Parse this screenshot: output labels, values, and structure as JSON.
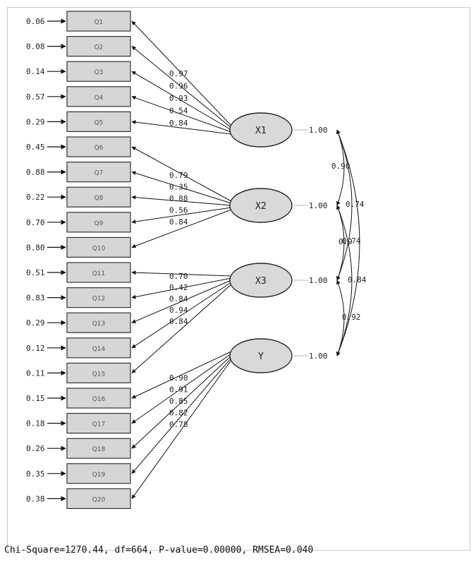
{
  "observed": [
    {
      "label": "Q1",
      "error": "0.06"
    },
    {
      "label": "Q2",
      "error": "0.08"
    },
    {
      "label": "Q3",
      "error": "0.14"
    },
    {
      "label": "Q4",
      "error": "0.57"
    },
    {
      "label": "Q5",
      "error": "0.29"
    },
    {
      "label": "Q6",
      "error": "0.45"
    },
    {
      "label": "Q7",
      "error": "0.88"
    },
    {
      "label": "Q8",
      "error": "0.22"
    },
    {
      "label": "Q9",
      "error": "0.70"
    },
    {
      "label": "Q10",
      "error": "0.80"
    },
    {
      "label": "Q11",
      "error": "0.51"
    },
    {
      "label": "Q12",
      "error": "0.83"
    },
    {
      "label": "Q13",
      "error": "0.29"
    },
    {
      "label": "Q14",
      "error": "0.12"
    },
    {
      "label": "Q15",
      "error": "0.11"
    },
    {
      "label": "Q16",
      "error": "0.15"
    },
    {
      "label": "Q17",
      "error": "0.18"
    },
    {
      "label": "Q18",
      "error": "0.26"
    },
    {
      "label": "Q19",
      "error": "0.35"
    },
    {
      "label": "Q20",
      "error": "0.38"
    }
  ],
  "latent": [
    {
      "name": "X1",
      "variance": "1.00",
      "loadings": [
        "0.97",
        "0.96",
        "0.93",
        "0.54",
        "0.84"
      ],
      "indicators": [
        0,
        1,
        2,
        3,
        4
      ]
    },
    {
      "name": "X2",
      "variance": "1.00",
      "loadings": [
        "0.79",
        "0.35",
        "0.88",
        "0.56",
        "0.84"
      ],
      "indicators": [
        5,
        6,
        7,
        8,
        9
      ]
    },
    {
      "name": "X3",
      "variance": "1.00",
      "loadings": [
        "0.70",
        "0.42",
        "0.84",
        "0.94",
        "0.84"
      ],
      "indicators": [
        10,
        11,
        12,
        13,
        14
      ]
    },
    {
      "name": "Y",
      "variance": "1.00",
      "loadings": [
        "0.90",
        "0.91",
        "0.85",
        "0.82",
        "0.78"
      ],
      "indicators": [
        15,
        16,
        17,
        18,
        19
      ]
    }
  ],
  "correlations": [
    {
      "from": 0,
      "to": 1,
      "value": "0.90"
    },
    {
      "from": 1,
      "to": 2,
      "value": "0.9"
    },
    {
      "from": 0,
      "to": 2,
      "value": "0.74"
    },
    {
      "from": 1,
      "to": 3,
      "value": "0.74"
    },
    {
      "from": 2,
      "to": 3,
      "value": "0.92"
    },
    {
      "from": 0,
      "to": 3,
      "value": "0.84"
    }
  ],
  "fit_statistics": "Chi-Square=1270.44, df=664, P-value=0.00000, RMSEA=0.040",
  "colors": {
    "box_fill": "#d6d6d6",
    "ellipse_fill": "#d9d9d9",
    "line": "#111111",
    "text": "#222222"
  }
}
